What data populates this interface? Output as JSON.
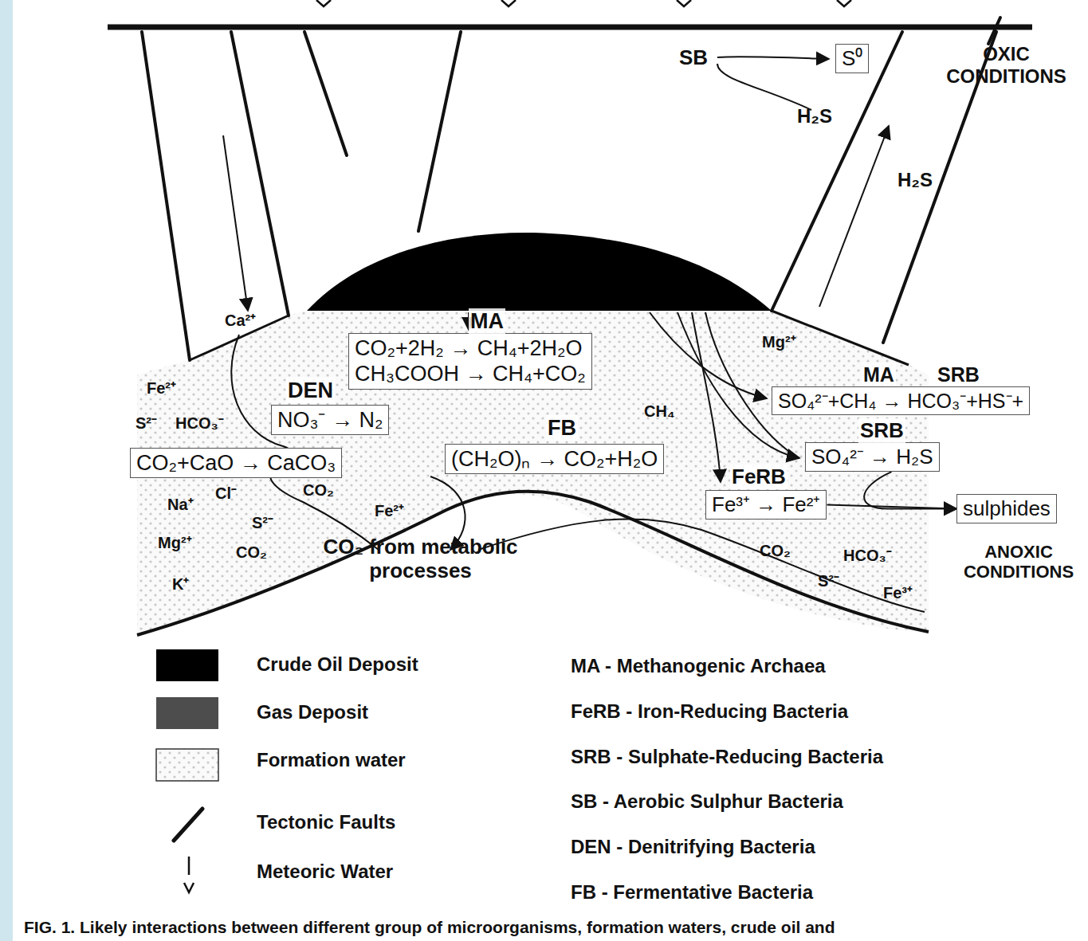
{
  "diagram": {
    "caption": "FIG. 1. Likely interactions between different group of microorganisms, formation waters, crude oil and",
    "nodes": [
      {
        "text": [
          "S⁰"
        ]
      },
      {
        "text": [
          "MA",
          "CO₂+2H₂ → CH₄+2H₂O",
          "CH₃COOH → CH₄+CO₂"
        ]
      },
      {
        "text": [
          "DEN",
          "NO₃⁻ → N₂"
        ]
      },
      {
        "text": [
          "CO₂+CaO → CaCO₃"
        ]
      },
      {
        "text": [
          "FB",
          "(CH₂O)ₙ → CO₂+H₂O"
        ]
      },
      {
        "text": [
          "MA",
          "SRB",
          "SO₄²⁻+CH₄ → HCO₃⁻+HS⁻+"
        ]
      },
      {
        "text": [
          "SRB",
          "SO₄²⁻ → H₂S"
        ]
      },
      {
        "text": [
          "FeRB",
          "Fe³⁺ → Fe²⁺"
        ]
      },
      {
        "text": [
          "sulphides"
        ]
      }
    ],
    "edges": [
      {
        "from": 6,
        "to": 8,
        "arrow": "to"
      },
      {
        "from": 7,
        "to": 8,
        "arrow": "to"
      }
    ],
    "labels": [
      "SB",
      "OXIC CONDITIONS",
      "H₂S",
      "H₂S",
      "Ca²⁺",
      "Mg²⁺",
      "Fe²⁺",
      "S²⁻",
      "HCO₃⁻",
      "CH₄",
      "Na⁺",
      "Cl⁻",
      "CO₂",
      "Fe²⁺",
      "S²⁻",
      "Mg²⁺",
      "CO₂",
      "K⁺",
      "CO₂ from metabolic processes",
      "CO₂",
      "HCO₃⁻",
      "S²⁻",
      "Fe³⁺",
      "ANOXIC CONDITIONS",
      "MA - Methanogenic Archaea",
      "FeRB - Iron-Reducing Bacteria",
      "SRB - Sulphate-Reducing Bacteria",
      "SB - Aerobic Sulphur Bacteria",
      "DEN - Denitrifying Bacteria",
      "FB - Fermentative Bacteria"
    ],
    "legend": [
      {
        "text": "Crude Oil Deposit",
        "color": "#000000"
      },
      {
        "text": "Gas Deposit",
        "color": "#4d4d4d"
      },
      {
        "text": "Formation water"
      },
      {
        "text": "Tectonic Faults"
      },
      {
        "text": "Meteoric Water"
      }
    ]
  }
}
